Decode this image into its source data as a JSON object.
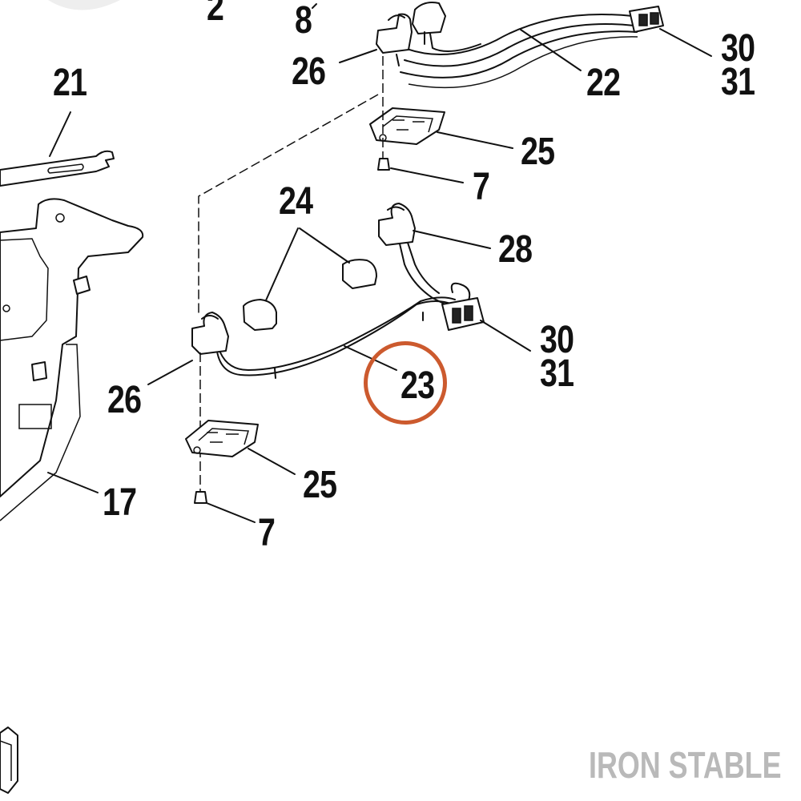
{
  "callouts": {
    "c2": "2",
    "c8": "8",
    "c26_top": "26",
    "c22": "22",
    "c30_top": "30",
    "c31_top": "31",
    "c21": "21",
    "c25_top": "25",
    "c7_top": "7",
    "c24": "24",
    "c28": "28",
    "c30_mid": "30",
    "c31_mid": "31",
    "c26_mid": "26",
    "c23": "23",
    "c17": "17",
    "c25_bottom": "25",
    "c7_bottom": "7"
  },
  "highlighted_part": "23",
  "highlight_color": "#cc5a2e",
  "watermark": "IRON STABLE",
  "watermark_color": "#b9b9b9"
}
